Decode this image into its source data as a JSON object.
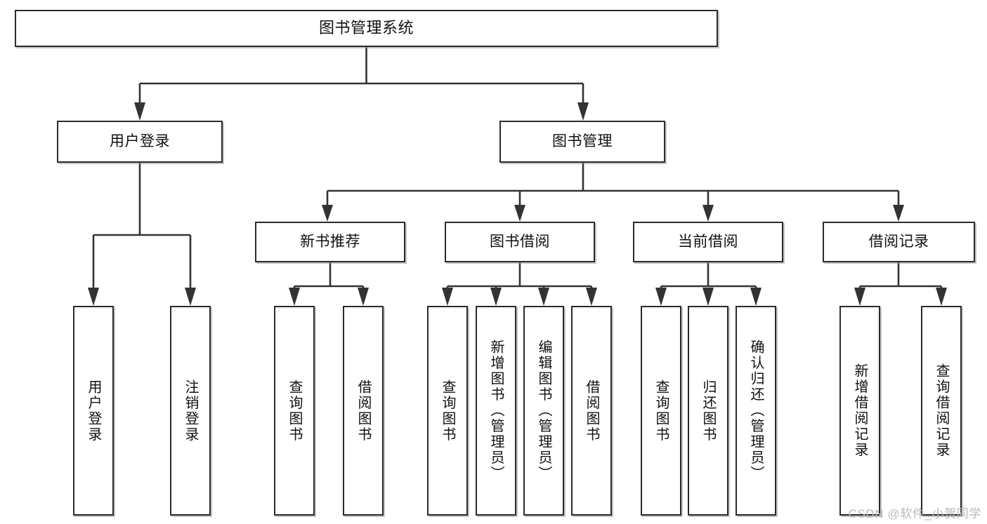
{
  "diagram": {
    "title": "图书管理系统",
    "type": "tree",
    "watermark": "CSDN @软件_小贺同学",
    "colors": {
      "box_border": "#2b2b2b",
      "connector": "#333333",
      "background": "#ffffff",
      "text": "#111111",
      "watermark": "#b9b9b9"
    }
  },
  "nodes": {
    "root": {
      "label": "图书管理系统",
      "level": 0
    },
    "level2": [
      {
        "id": "user-login",
        "label": "用户登录"
      },
      {
        "id": "book-manage",
        "label": "图书管理"
      }
    ],
    "level3": [
      {
        "id": "new-book-recommend",
        "label": "新书推荐"
      },
      {
        "id": "book-borrow",
        "label": "图书借阅"
      },
      {
        "id": "current-borrow",
        "label": "当前借阅"
      },
      {
        "id": "borrow-record",
        "label": "借阅记录"
      }
    ],
    "leaves": {
      "user-login": [
        {
          "id": "leaf-user-login",
          "label": "用户登录"
        },
        {
          "id": "leaf-logout-login",
          "label": "注销登录"
        }
      ],
      "new-book-recommend": [
        {
          "id": "leaf-query-book-1",
          "label": "查询图书"
        },
        {
          "id": "leaf-borrow-book-1",
          "label": "借阅图书"
        }
      ],
      "book-borrow": [
        {
          "id": "leaf-query-book-2",
          "label": "查询图书"
        },
        {
          "id": "leaf-add-book",
          "label": "新增图书（管理员）"
        },
        {
          "id": "leaf-edit-book",
          "label": "编辑图书（管理员）"
        },
        {
          "id": "leaf-borrow-book-2",
          "label": "借阅图书"
        }
      ],
      "current-borrow": [
        {
          "id": "leaf-query-book-3",
          "label": "查询图书"
        },
        {
          "id": "leaf-return-book",
          "label": "归还图书"
        },
        {
          "id": "leaf-confirm-return",
          "label": "确认归还（管理员）"
        }
      ],
      "borrow-record": [
        {
          "id": "leaf-add-record",
          "label": "新增借阅记录"
        },
        {
          "id": "leaf-query-record",
          "label": "查询借阅记录"
        }
      ]
    }
  }
}
